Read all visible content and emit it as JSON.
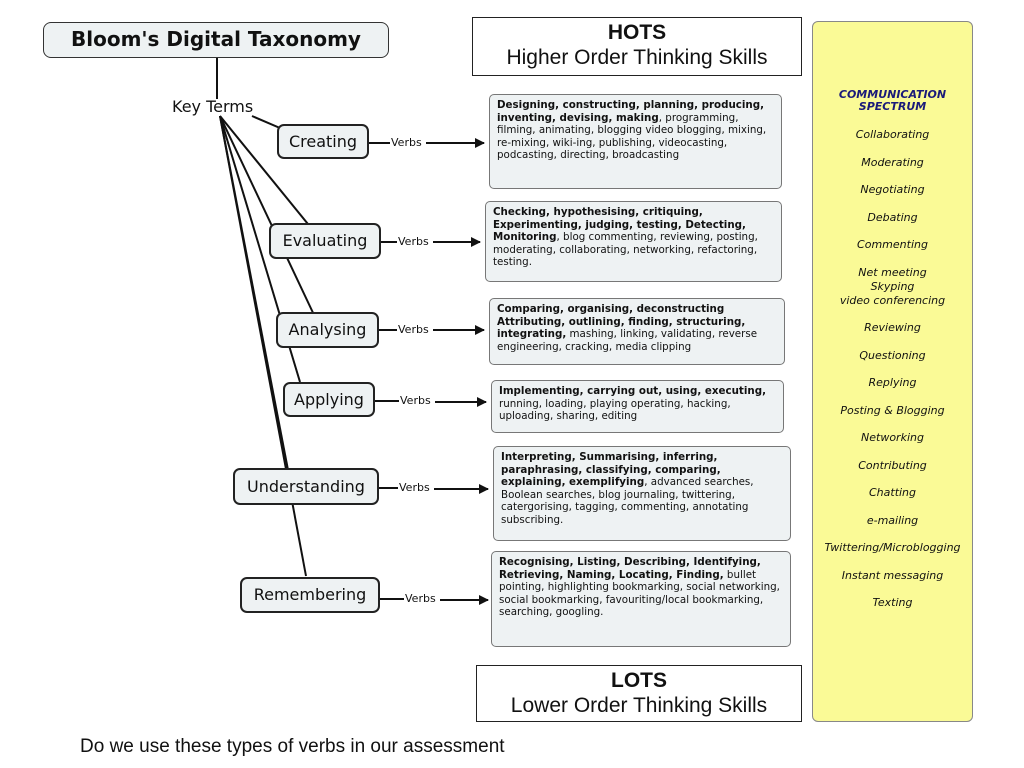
{
  "title": "Bloom's Digital Taxonomy",
  "key_terms": "Key Terms",
  "verbs_label": "Verbs",
  "hots": {
    "title": "HOTS",
    "subtitle": "Higher Order Thinking Skills"
  },
  "lots": {
    "title": "LOTS",
    "subtitle": "Lower Order Thinking Skills"
  },
  "levels": [
    {
      "name": "Creating",
      "bold": "Designing, constructing, planning, producing, inventing, devising, making",
      "normal": ", programming, filming, animating, blogging video blogging, mixing, re-mixing, wiki-ing, publishing, videocasting, podcasting, directing, broadcasting"
    },
    {
      "name": "Evaluating",
      "bold": "Checking, hypothesising, critiquing, Experimenting, judging, testing, Detecting, Monitoring",
      "normal": ", blog commenting, reviewing, posting, moderating, collaborating, networking, refactoring, testing."
    },
    {
      "name": "Analysing",
      "bold": "Comparing, organising, deconstructing Attributing, outlining, finding, structuring, integrating,",
      "normal": " mashing, linking, validating, reverse engineering, cracking, media clipping"
    },
    {
      "name": "Applying",
      "bold": "Implementing, carrying out, using, executing,",
      "normal": " running, loading, playing operating, hacking, uploading, sharing, editing"
    },
    {
      "name": "Understanding",
      "bold": "Interpreting, Summarising, inferring, paraphrasing, classifying, comparing, explaining, exemplifying",
      "normal": ", advanced searches, Boolean searches, blog journaling, twittering, catergorising, tagging, commenting, annotating subscribing."
    },
    {
      "name": "Remembering",
      "bold": "Recognising, Listing, Describing, Identifying, Retrieving, Naming, Locating, Finding,",
      "normal": " bullet pointing, highlighting bookmarking, social networking, social bookmarking, favouriting/local bookmarking, searching, googling."
    }
  ],
  "spectrum": {
    "title_line1": "COMMUNICATION",
    "title_line2": "SPECTRUM",
    "items": [
      "Collaborating",
      "Moderating",
      "Negotiating",
      "Debating",
      "Commenting",
      "Net meeting",
      "Skyping",
      "video conferencing",
      "Reviewing",
      "Questioning",
      "Replying",
      "Posting & Blogging",
      "Networking",
      "Contributing",
      "Chatting",
      "e-mailing",
      "Twittering/Microblogging",
      "Instant messaging",
      "Texting"
    ]
  },
  "question": "Do we use these types of verbs in our assessment"
}
